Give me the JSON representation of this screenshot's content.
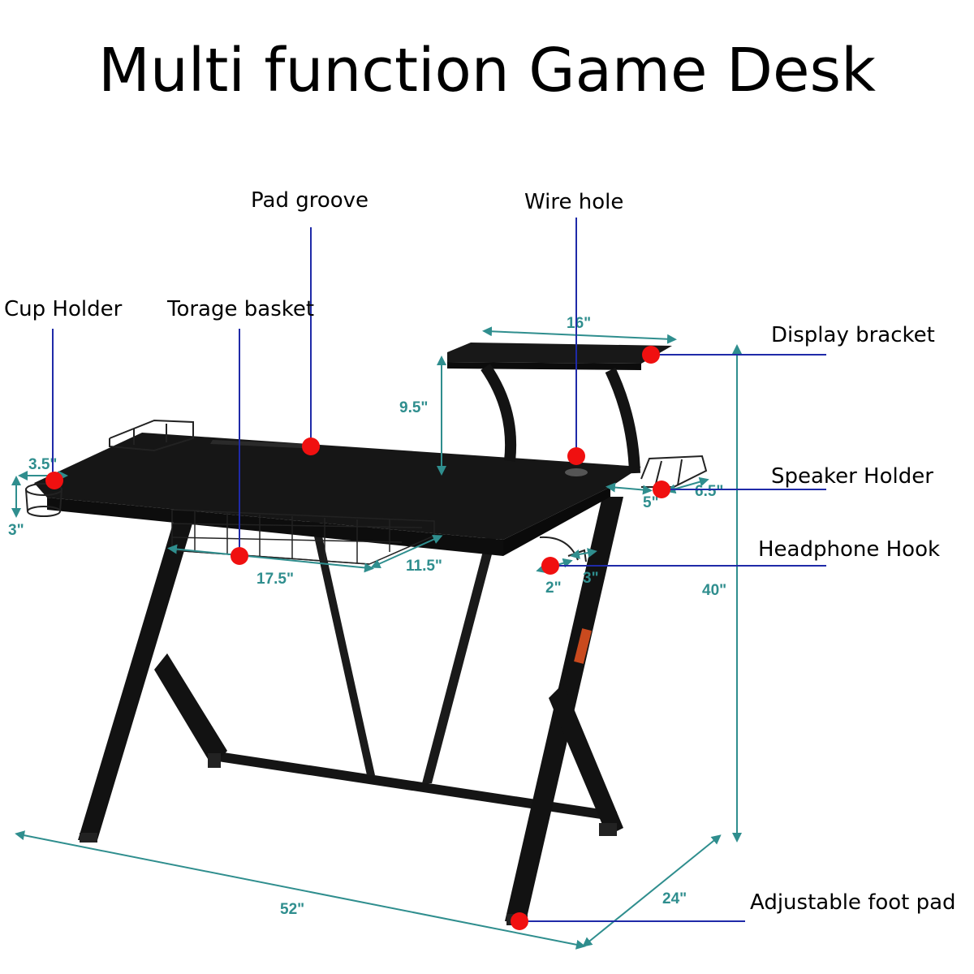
{
  "title": "Multi function Game Desk",
  "callouts": {
    "pad_groove": "Pad groove",
    "wire_hole": "Wire hole",
    "cup_holder": "Cup Holder",
    "storage_basket": "Torage basket",
    "display_bracket": "Display bracket",
    "speaker_holder": "Speaker Holder",
    "headphone_hook": "Headphone Hook",
    "foot_pad": "Adjustable foot pad"
  },
  "dimensions": {
    "shelf_width": "16\"",
    "shelf_height": "9.5\"",
    "cup_width": "3.5\"",
    "cup_height": "3\"",
    "basket_width": "17.5\"",
    "basket_depth": "11.5\"",
    "speaker_depth": "5\"",
    "speaker_width": "6.5\"",
    "hook_depth": "2\"",
    "hook_width": "3\"",
    "desk_height": "40\"",
    "desk_width": "52\"",
    "desk_depth": "24\""
  },
  "colors": {
    "marker": "#f01010",
    "leader": "#1f2aa8",
    "dimension": "#2f8e8e",
    "desk": "#141414"
  }
}
